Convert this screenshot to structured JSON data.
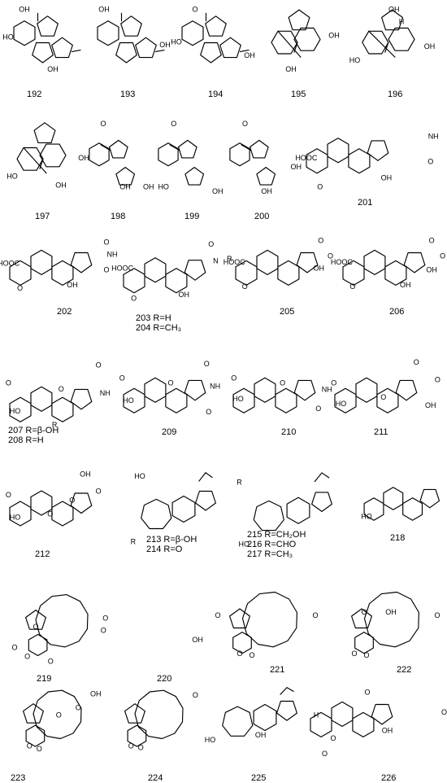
{
  "compounds": [
    {
      "id": "192",
      "labels": [
        "OH",
        "HO",
        "OH"
      ],
      "subs": []
    },
    {
      "id": "193",
      "labels": [
        "OH",
        "OH"
      ],
      "subs": []
    },
    {
      "id": "194",
      "labels": [
        "O",
        "HO",
        "OH"
      ],
      "subs": []
    },
    {
      "id": "195",
      "labels": [
        "OH",
        "OH"
      ],
      "subs": []
    },
    {
      "id": "196",
      "labels": [
        "OH",
        "OH",
        "HO",
        "H"
      ],
      "subs": []
    },
    {
      "id": "197",
      "labels": [
        "OH",
        "HO",
        "OH"
      ],
      "subs": []
    },
    {
      "id": "198",
      "labels": [
        "O",
        "OH",
        "OH"
      ],
      "subs": []
    },
    {
      "id": "199",
      "labels": [
        "O",
        "HO",
        "OH"
      ],
      "subs": []
    },
    {
      "id": "200",
      "labels": [
        "O",
        "OH",
        "OH"
      ],
      "subs": []
    },
    {
      "id": "201",
      "labels": [
        "HOOC",
        "O",
        "NH",
        "O",
        "OH"
      ],
      "subs": []
    },
    {
      "id": "202",
      "labels": [
        "HOOC",
        "O",
        "NH",
        "O",
        "O",
        "OH"
      ],
      "subs": []
    },
    {
      "id": "203",
      "labels": [
        "HOOC",
        "O",
        "N",
        "R",
        "O",
        "OH"
      ],
      "subs": [
        "203 R=H",
        "204 R=CH₃"
      ]
    },
    {
      "id": "205",
      "labels": [
        "HOOC",
        "O",
        "O",
        "O",
        "OH"
      ],
      "subs": []
    },
    {
      "id": "206",
      "labels": [
        "HOOC",
        "O",
        "O",
        "O",
        "OH",
        "OH"
      ],
      "subs": []
    },
    {
      "id": "207",
      "labels": [
        "O",
        "HO",
        "O",
        "NH",
        "O",
        "R"
      ],
      "subs": [
        "207 R=β-OH",
        "208 R=H"
      ]
    },
    {
      "id": "209",
      "labels": [
        "O",
        "HO",
        "O",
        "NH",
        "O",
        "O"
      ],
      "subs": []
    },
    {
      "id": "210",
      "labels": [
        "O",
        "HO",
        "O",
        "NH",
        "O"
      ],
      "subs": []
    },
    {
      "id": "211",
      "labels": [
        "O",
        "HO",
        "O",
        "O",
        "O",
        "OH"
      ],
      "subs": []
    },
    {
      "id": "212",
      "labels": [
        "O",
        "HO",
        "O",
        "O",
        "O",
        "OH"
      ],
      "subs": []
    },
    {
      "id": "213",
      "labels": [
        "HO",
        "R"
      ],
      "subs": [
        "213 R=β-OH",
        "214 R=O"
      ]
    },
    {
      "id": "215",
      "labels": [
        "R",
        "HO"
      ],
      "subs": [
        "215 R=CH₂OH",
        "216 R=CHO",
        "217 R=CH₃"
      ]
    },
    {
      "id": "218",
      "labels": [
        "HO"
      ],
      "subs": []
    },
    {
      "id": "219",
      "labels": [
        "O",
        "O",
        "O",
        "O",
        "O",
        "O"
      ],
      "subs": []
    },
    {
      "id": "220",
      "labels": [
        "OH"
      ],
      "subs": []
    },
    {
      "id": "221",
      "labels": [
        "O",
        "O",
        "O",
        "O"
      ],
      "subs": []
    },
    {
      "id": "222",
      "labels": [
        "O",
        "OH",
        "O",
        "O",
        "O"
      ],
      "subs": []
    },
    {
      "id": "223",
      "labels": [
        "OH",
        "O",
        "O",
        "O",
        "O"
      ],
      "subs": []
    },
    {
      "id": "224",
      "labels": [
        "O",
        "O",
        "O"
      ],
      "subs": []
    },
    {
      "id": "225",
      "labels": [
        "HO",
        "OH"
      ],
      "subs": []
    },
    {
      "id": "226",
      "labels": [
        "O",
        "O",
        "O",
        "OH",
        "O",
        "H"
      ],
      "subs": []
    }
  ]
}
